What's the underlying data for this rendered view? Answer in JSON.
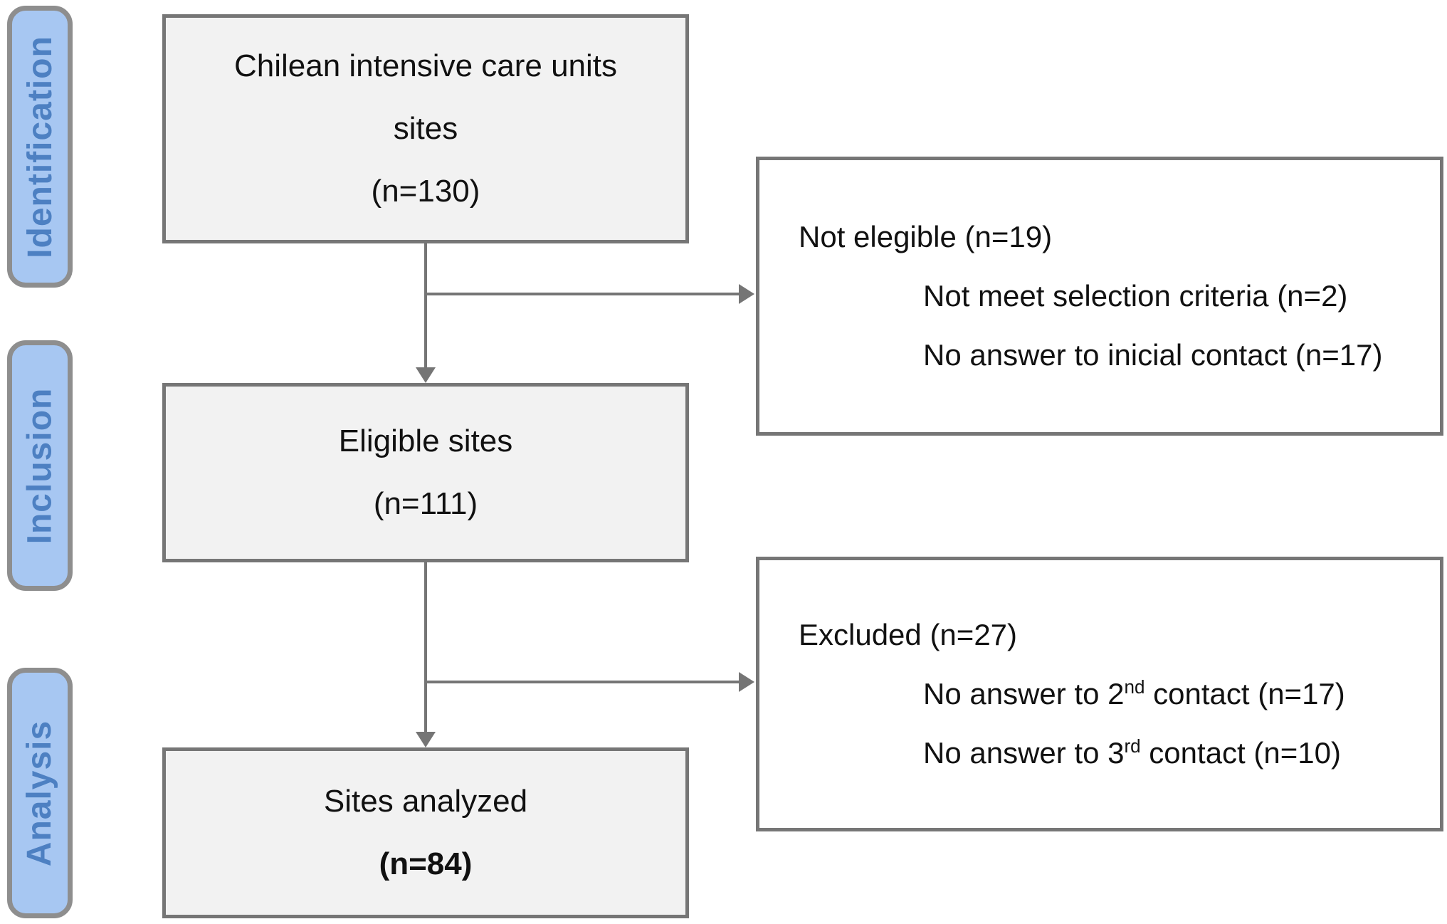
{
  "stages": [
    {
      "label": "Identification"
    },
    {
      "label": "Inclusion"
    },
    {
      "label": "Analysis"
    }
  ],
  "boxes": {
    "source": {
      "lines": [
        "Chilean intensive care units",
        "sites",
        "(n=130)"
      ]
    },
    "eligible": {
      "lines": [
        "Eligible sites",
        "(n=111)"
      ]
    },
    "analyzed": {
      "lines": [
        "Sites analyzed",
        "(n=84)"
      ]
    }
  },
  "side_boxes": {
    "not_eligible": {
      "title": "Not elegible (n=19)",
      "items": [
        {
          "pre": "Not meet selection criteria (n=2)",
          "sup": "",
          "post": ""
        },
        {
          "pre": "No answer to inicial contact (n=17)",
          "sup": "",
          "post": ""
        }
      ]
    },
    "excluded": {
      "title": "Excluded (n=27)",
      "items": [
        {
          "pre": "No answer to 2",
          "sup": "nd",
          "post": " contact (n=17)"
        },
        {
          "pre": "No answer to 3",
          "sup": "rd",
          "post": " contact (n=10)"
        }
      ]
    }
  },
  "colors": {
    "stage_fill": "#a7c7f2",
    "stage_text": "#4d80c2",
    "stage_border": "#8e8e8e",
    "box_fill": "#f2f2f2",
    "box_border": "#767676",
    "arrow": "#757575"
  }
}
